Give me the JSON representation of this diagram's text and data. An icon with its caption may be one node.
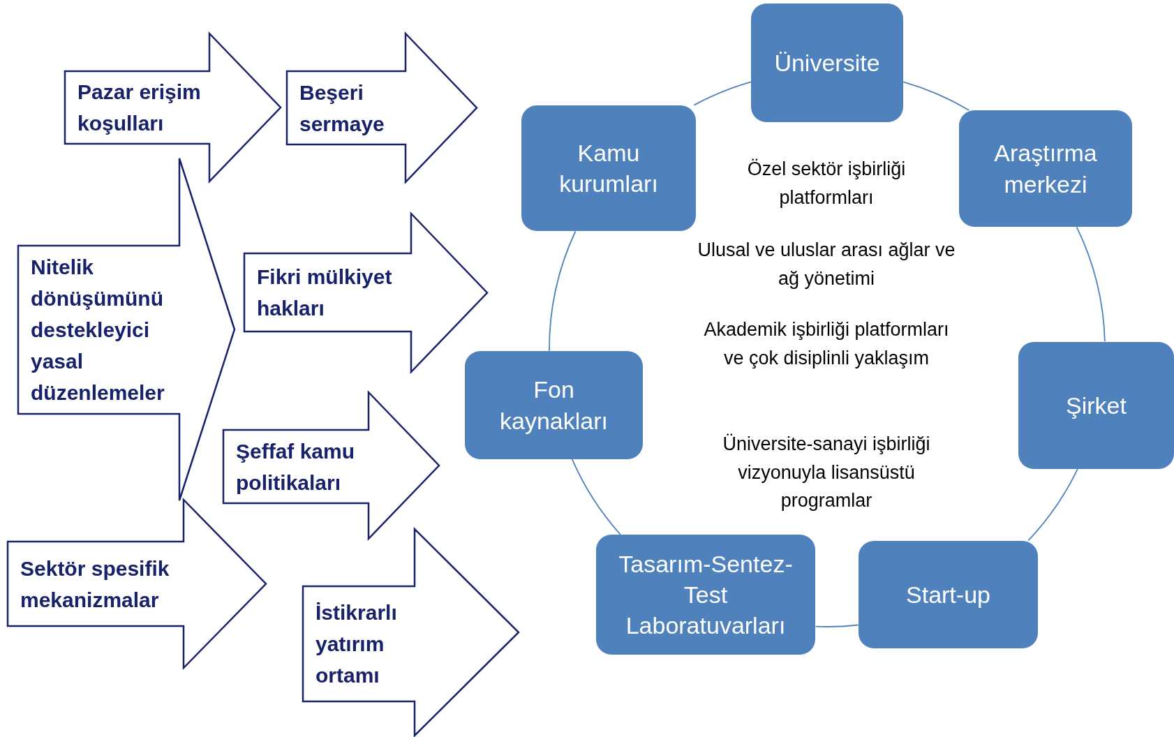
{
  "diagram": {
    "nodes": [
      {
        "text": [
          "Pazar erişim koşulları"
        ]
      },
      {
        "text": [
          "Beşeri sermaye"
        ]
      },
      {
        "text": [
          "Nitelik dönüşümünü destekleyici yasal düzenlemeler"
        ]
      },
      {
        "text": [
          "Fikri mülkiyet hakları"
        ]
      },
      {
        "text": [
          "Şeffaf kamu politikaları"
        ]
      },
      {
        "text": [
          "Sektör spesifik mekanizmalar"
        ]
      },
      {
        "text": [
          "İstikrarlı yatırım ortamı"
        ]
      },
      {
        "text": [
          "Üniversite"
        ]
      },
      {
        "text": [
          "Kamu kurumları"
        ]
      },
      {
        "text": [
          "Araştırma merkezi"
        ]
      },
      {
        "text": [
          "Fon kaynakları"
        ]
      },
      {
        "text": [
          "Şirket"
        ]
      },
      {
        "text": [
          "Tasarım-Sentez-Test Laboratuvarları"
        ]
      },
      {
        "text": [
          "Start-up"
        ]
      }
    ],
    "edges": [
      {
        "from": 7,
        "to": 9,
        "arrow": "none"
      },
      {
        "from": 9,
        "to": 11,
        "arrow": "none"
      },
      {
        "from": 11,
        "to": 13,
        "arrow": "none"
      },
      {
        "from": 13,
        "to": 12,
        "arrow": "none"
      },
      {
        "from": 12,
        "to": 10,
        "arrow": "none"
      },
      {
        "from": 10,
        "to": 8,
        "arrow": "none"
      },
      {
        "from": 8,
        "to": 7,
        "arrow": "none"
      }
    ],
    "labels": [
      "Özel sektör işbirliği platformları",
      "Ulusal ve uluslar arası ağlar ve ağ yönetimi",
      "Akademik işbirliği platformları ve çok disiplinli yaklaşım",
      "Üniversite-sanayi işbirliği vizyonuyla lisansüstü programlar"
    ]
  }
}
